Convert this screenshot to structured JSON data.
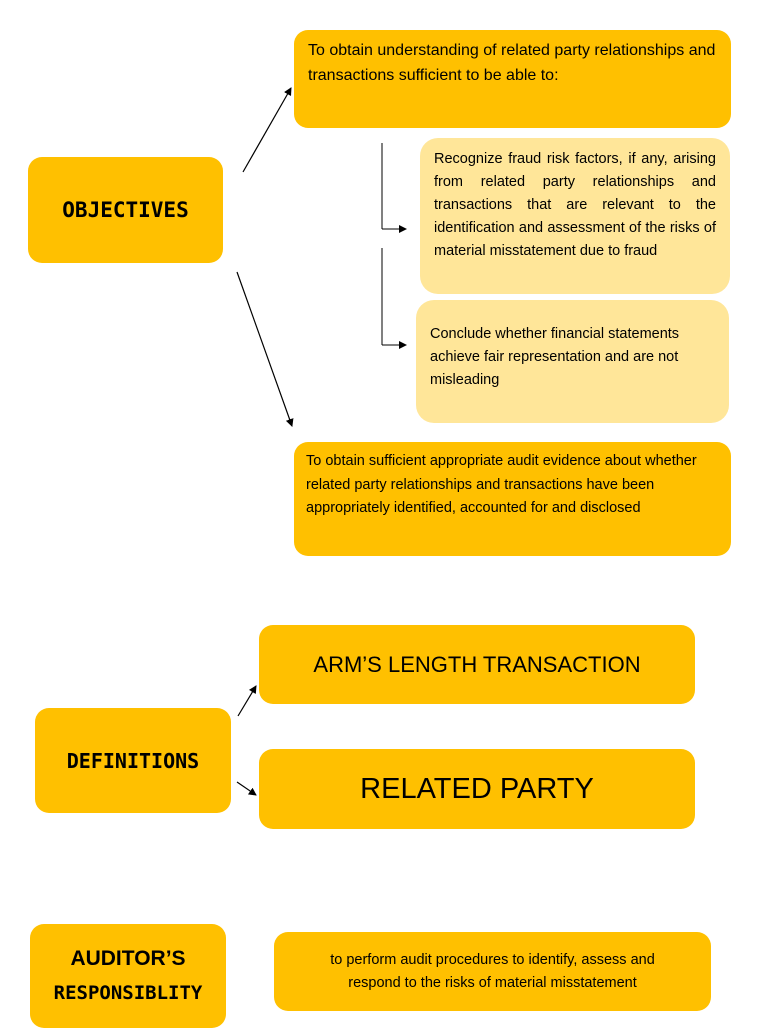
{
  "colors": {
    "box_fill": "#FFC000",
    "sub_box_fill": "#FFE699",
    "line": "#000000"
  },
  "objectives": {
    "label": "OBJECTIVES",
    "top_box": "To obtain understanding of related party relationships and transactions sufficient to be able to:",
    "sub_items": [
      "Recognize fraud risk factors, if any, arising from related party relationships and transactions that are relevant to the identification and assessment of the risks of material misstatement due to fraud",
      "Conclude whether financial statements achieve fair representation and are not misleading"
    ],
    "bottom_box": "To obtain sufficient appropriate audit evidence about whether related party relationships and transactions have been appropriately identified, accounted for and disclosed"
  },
  "definitions": {
    "label": "DEFINITIONS",
    "items": [
      "ARM’S LENGTH TRANSACTION",
      "RELATED PARTY"
    ]
  },
  "auditor": {
    "label_line1": "AUDITOR’S",
    "label_line2": "RESPONSIBLITY",
    "text": "to perform audit procedures to identify, assess and respond to the risks of material misstatement"
  }
}
